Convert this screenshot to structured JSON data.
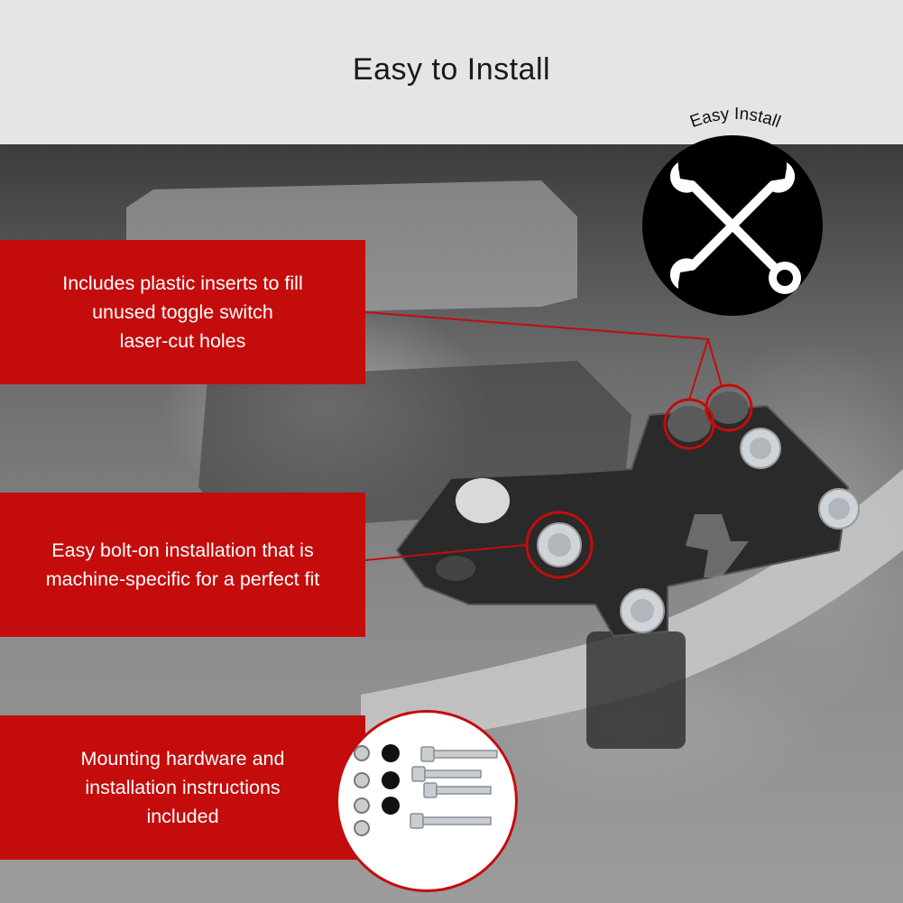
{
  "header": {
    "title": "Easy to Install"
  },
  "badge": {
    "label": "Easy Install",
    "icon": "crossed-wrenches-icon"
  },
  "callouts": [
    {
      "lines": [
        "Includes plastic inserts to fill",
        "unused toggle switch",
        "laser-cut holes"
      ]
    },
    {
      "lines": [
        "Easy bolt-on installation that is",
        "machine-specific for a perfect fit"
      ]
    },
    {
      "lines": [
        "Mounting hardware and",
        "installation instructions",
        "included"
      ]
    }
  ],
  "colors": {
    "accent_red": "#c40c0c",
    "header_bg": "#e5e5e5",
    "badge_bg": "#000000",
    "plate": "#2a2a2a"
  }
}
